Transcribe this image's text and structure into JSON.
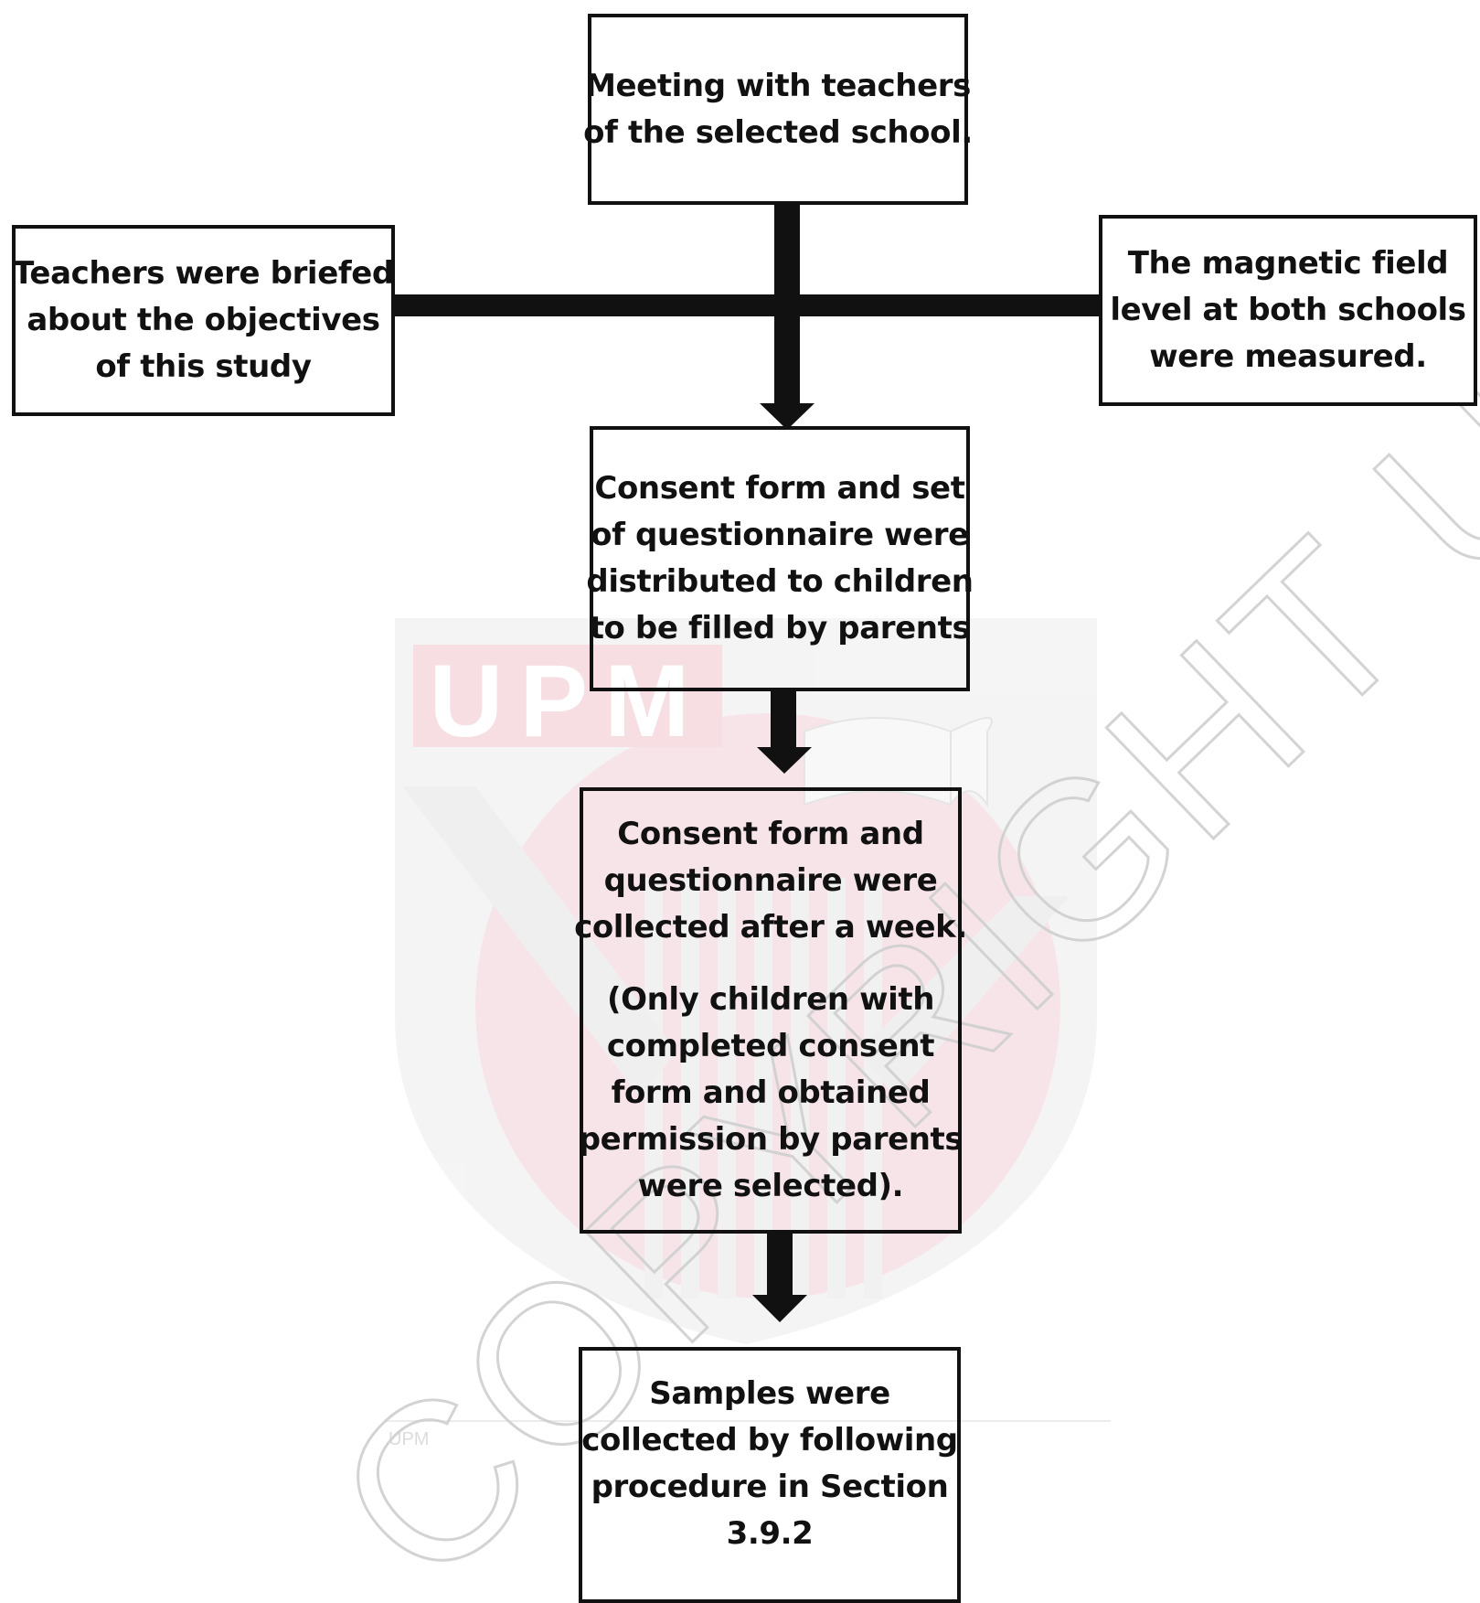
{
  "watermark": {
    "logo_text": "UPM",
    "diagonal_text": "COPYRIGHT UPM",
    "small_text": "UPM"
  },
  "boxes": {
    "meeting": {
      "lines": [
        "Meeting with teachers",
        "of the selected school."
      ]
    },
    "briefed": {
      "lines": [
        "Teachers were briefed",
        "about the objectives",
        "of this study"
      ]
    },
    "magnetic": {
      "lines": [
        "The magnetic field",
        "level at both schools",
        "were measured."
      ]
    },
    "consent": {
      "lines": [
        "Consent form and set",
        "of questionnaire were",
        "distributed to children",
        "to be filled by parents"
      ]
    },
    "collected": {
      "lines": [
        "Consent form and",
        "questionnaire were",
        "collected after a week."
      ],
      "note_lines": [
        "(Only children with",
        "completed consent",
        "form and obtained",
        "permission by parents",
        "were selected)."
      ]
    },
    "samples": {
      "lines": [
        "Samples were",
        "collected by following"
      ],
      "line3_prefix": "procedure in ",
      "line3_strong": "Section",
      "line4": "3.9.2"
    }
  },
  "colors": {
    "ink": "#111111",
    "watermark_red": "#d9a3ae",
    "watermark_gray": "#d8d8d8"
  }
}
